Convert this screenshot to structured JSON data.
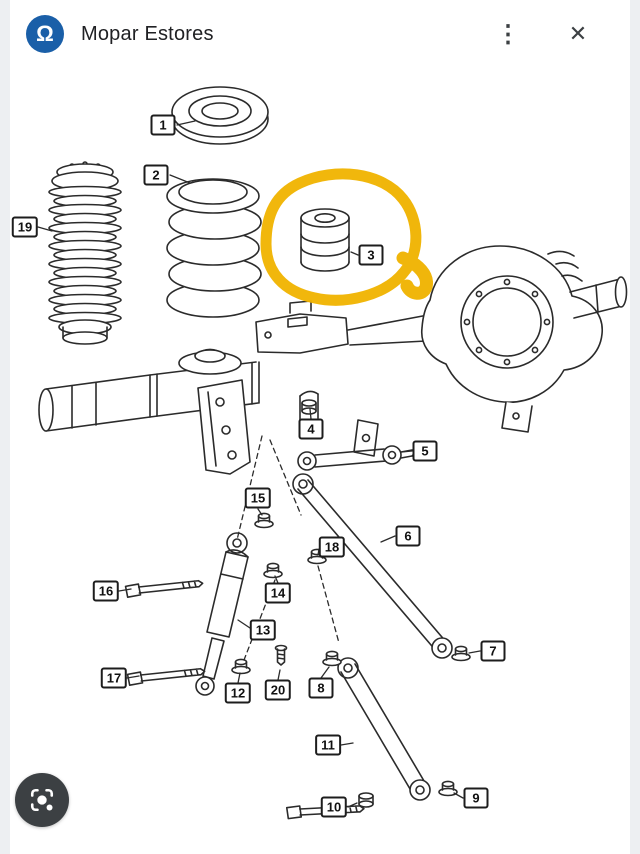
{
  "header": {
    "title": "Mopar Estores",
    "logo": {
      "name": "mopar-logo-icon",
      "glyph": "Ω",
      "bg_color": "#1a5fa8"
    },
    "menu_icon": {
      "name": "kebab-menu-icon",
      "glyph": "⋮"
    },
    "close_icon": {
      "name": "close-icon",
      "glyph": "✕"
    }
  },
  "diagram": {
    "type": "exploded-parts-diagram",
    "line_color": "#2b2b2b",
    "highlight": {
      "part_number": "3",
      "color": "#F0B402",
      "shape": "hand-drawn-circle"
    },
    "labels": [
      {
        "number": "1"
      },
      {
        "number": "2"
      },
      {
        "number": "3"
      },
      {
        "number": "4"
      },
      {
        "number": "5"
      },
      {
        "number": "6"
      },
      {
        "number": "7"
      },
      {
        "number": "8"
      },
      {
        "number": "9"
      },
      {
        "number": "10"
      },
      {
        "number": "11"
      },
      {
        "number": "12"
      },
      {
        "number": "13"
      },
      {
        "number": "14"
      },
      {
        "number": "15"
      },
      {
        "number": "16"
      },
      {
        "number": "17"
      },
      {
        "number": "18"
      },
      {
        "number": "19"
      },
      {
        "number": "20"
      }
    ]
  },
  "lens_button": {
    "name": "lens-button",
    "icon": "google-lens-icon",
    "bg_color": "#3c4043"
  },
  "colors": {
    "page_bg": "#edeff2",
    "canvas_bg": "#ffffff",
    "highlight": "#F0B402",
    "logo_blue": "#1a5fa8"
  }
}
